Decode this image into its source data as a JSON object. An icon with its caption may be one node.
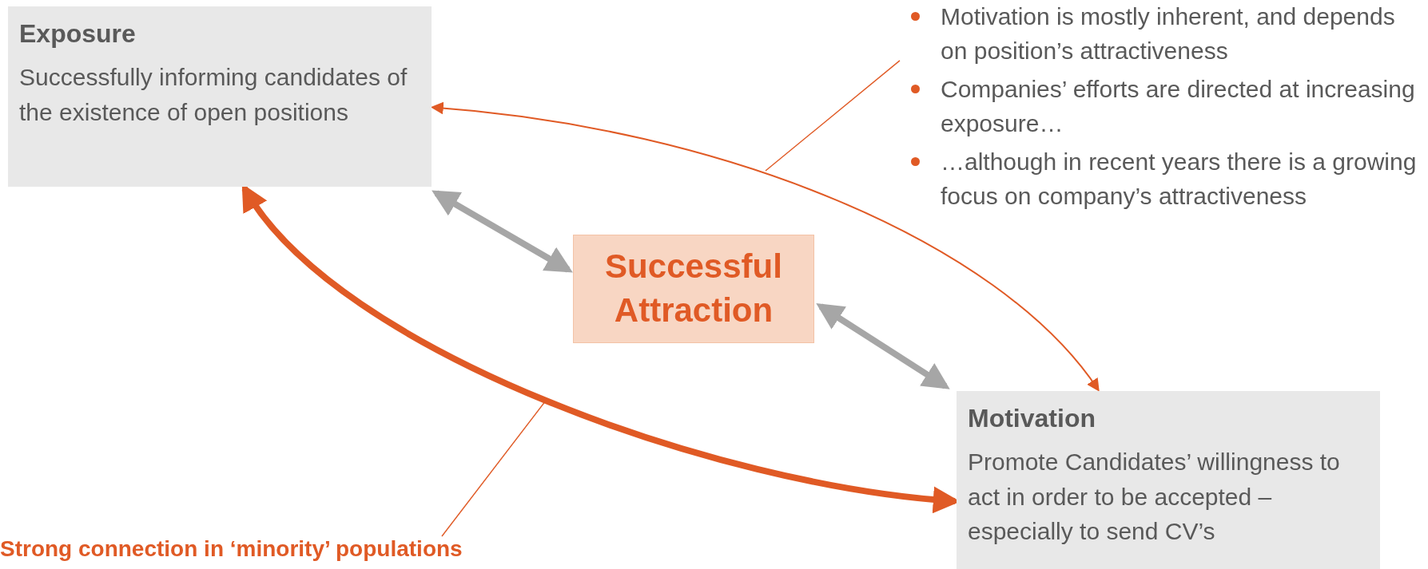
{
  "diagram": {
    "nodes": [
      {
        "text": [
          "Exposure",
          "Successfully informing candidates of the existence of open positions"
        ]
      },
      {
        "text": [
          "Successful Attraction"
        ]
      },
      {
        "text": [
          "Motivation",
          "Promote Candidates’ willingness to act in order to be accepted – especially to send CV’s"
        ]
      },
      {
        "text": [
          "Motivation is mostly inherent, and depends on position’s attractiveness",
          "Companies’ efforts are directed at increasing exposure…",
          "…although in recent years there is a growing focus on company’s attractiveness"
        ]
      },
      {
        "text": [
          "Strong connection in ‘minority’ populations"
        ]
      }
    ],
    "edges": [
      {
        "from": 0,
        "to": 1,
        "arrow": "both",
        "style": "thick",
        "color": "#a6a6a6"
      },
      {
        "from": 1,
        "to": 2,
        "arrow": "both",
        "style": "thick",
        "color": "#a6a6a6"
      },
      {
        "from": 0,
        "to": 2,
        "arrow": "both"
      },
      {
        "from": 0,
        "to": 2,
        "arrow": "both",
        "style": "thick"
      },
      {
        "from": 3,
        "to": null,
        "arrow": "none"
      },
      {
        "from": 4,
        "to": null,
        "arrow": "none"
      }
    ]
  }
}
